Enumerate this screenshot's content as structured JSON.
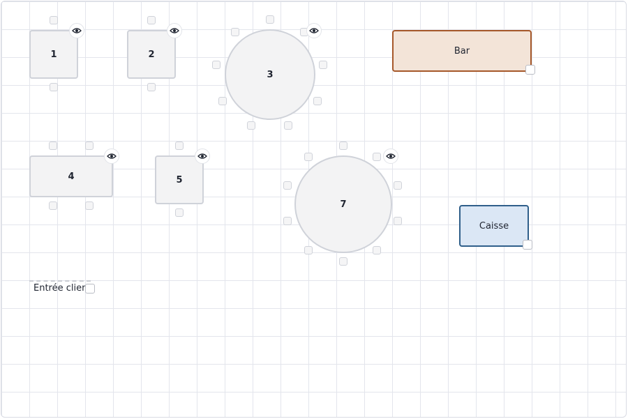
{
  "floor_plan": {
    "tables": [
      {
        "id": "1",
        "shape": "square"
      },
      {
        "id": "2",
        "shape": "square"
      },
      {
        "id": "3",
        "shape": "round"
      },
      {
        "id": "4",
        "shape": "rectangle"
      },
      {
        "id": "5",
        "shape": "square"
      },
      {
        "id": "7",
        "shape": "round"
      }
    ],
    "zones": {
      "bar": {
        "label": "Bar",
        "color": "#f3e4d8",
        "border": "#a6582a"
      },
      "cash": {
        "label": "Caisse",
        "color": "#dbe7f5",
        "border": "#2f5f8a"
      },
      "entrance": {
        "label": "Entrée client"
      }
    },
    "icons": {
      "visibility": "eye-icon",
      "resize": "resize-handle"
    }
  }
}
